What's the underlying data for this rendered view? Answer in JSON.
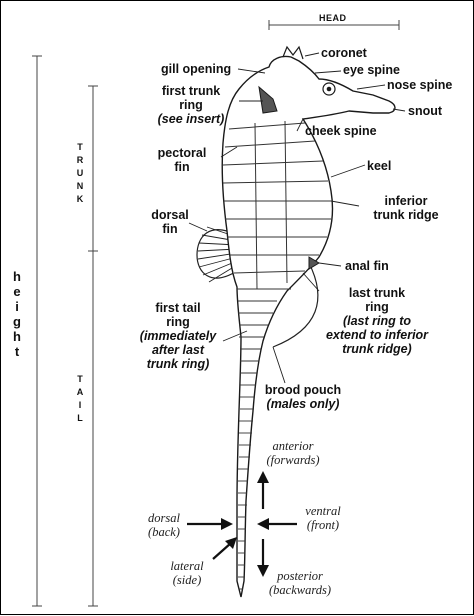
{
  "head_label": "HEAD",
  "trunk_letters": [
    "T",
    "R",
    "U",
    "N",
    "K"
  ],
  "tail_letters": [
    "T",
    "A",
    "I",
    "L"
  ],
  "height_letters": [
    "h",
    "e",
    "i",
    "g",
    "h",
    "t"
  ],
  "labels": {
    "coronet": "coronet",
    "eye_spine": "eye spine",
    "nose_spine": "nose spine",
    "snout": "snout",
    "gill_opening": "gill opening",
    "first_trunk_ring_1": "first trunk",
    "first_trunk_ring_2": "ring",
    "first_trunk_ring_3": "(see insert)",
    "cheek_spine": "cheek spine",
    "pectoral_fin_1": "pectoral",
    "pectoral_fin_2": "fin",
    "keel": "keel",
    "inferior_trunk_ridge_1": "inferior",
    "inferior_trunk_ridge_2": "trunk ridge",
    "dorsal_fin_1": "dorsal",
    "dorsal_fin_2": "fin",
    "anal_fin": "anal fin",
    "last_trunk_ring_1": "last trunk",
    "last_trunk_ring_2": "ring",
    "last_trunk_ring_3": "(last ring to",
    "last_trunk_ring_4": "extend to inferior",
    "last_trunk_ring_5": "trunk ridge)",
    "first_tail_ring_1": "first tail",
    "first_tail_ring_2": "ring",
    "first_tail_ring_3": "(immediately",
    "first_tail_ring_4": "after last",
    "first_tail_ring_5": "trunk ring)",
    "brood_pouch_1": "brood pouch",
    "brood_pouch_2": "(males only)"
  },
  "directions": {
    "anterior_1": "anterior",
    "anterior_2": "(forwards)",
    "dorsal_1": "dorsal",
    "dorsal_2": "(back)",
    "ventral_1": "ventral",
    "ventral_2": "(front)",
    "lateral_1": "lateral",
    "lateral_2": "(side)",
    "posterior_1": "posterior",
    "posterior_2": "(backwards)"
  }
}
